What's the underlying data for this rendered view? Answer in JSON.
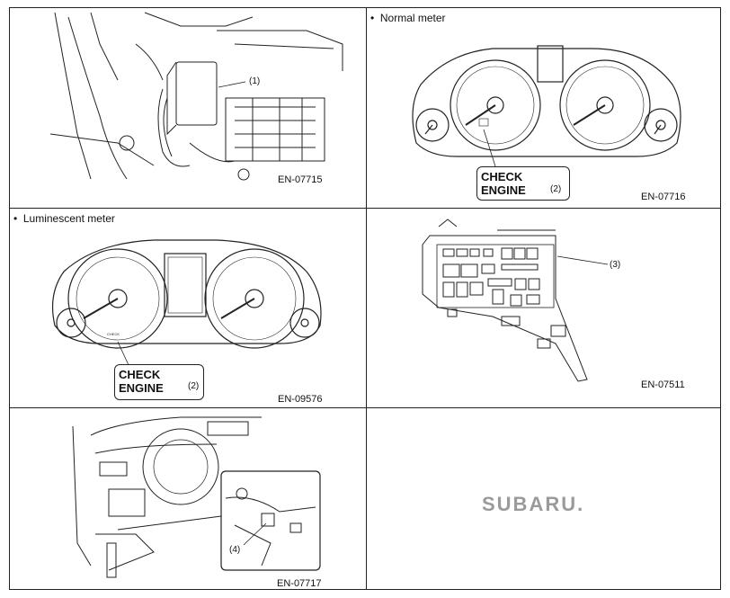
{
  "panels": [
    {
      "figure_id": "EN-07715",
      "callouts": [
        "(1)"
      ]
    },
    {
      "caption": "Normal meter",
      "figure_id": "EN-07716",
      "warning_line1": "CHECK",
      "warning_line2": "ENGINE",
      "callouts": [
        "(2)"
      ]
    },
    {
      "caption": "Luminescent meter",
      "figure_id": "EN-09576",
      "warning_line1": "CHECK",
      "warning_line2": "ENGINE",
      "callouts": [
        "(2)"
      ]
    },
    {
      "figure_id": "EN-07511",
      "callouts": [
        "(3)"
      ]
    },
    {
      "figure_id": "EN-07717",
      "callouts": [
        "(4)"
      ]
    },
    {
      "logo_text": "SUBARU."
    }
  ],
  "bullet": "•",
  "colors": {
    "line": "#222222",
    "logo": "#9a9a9a"
  }
}
